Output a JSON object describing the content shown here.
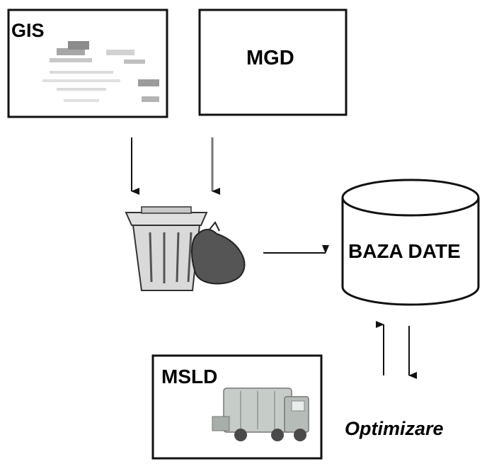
{
  "diagram": {
    "nodes": {
      "gis": {
        "label": "GIS"
      },
      "mgd": {
        "label": "MGD"
      },
      "baza_date": {
        "label": "BAZA DATE"
      },
      "msld": {
        "label": "MSLD"
      }
    },
    "optimization_label": "Optimizare"
  },
  "icons": {
    "gis_box": "map-thumbnail-icon",
    "collection": "trash-bin-with-garbage-bag-icon",
    "msld_box": "garbage-truck-icon",
    "database": "database-cylinder-icon"
  },
  "colors": {
    "line": "#000000",
    "background": "#ffffff",
    "bin": "#d9d9d9",
    "bag": "#555555",
    "truck": "#bfc6c2"
  }
}
